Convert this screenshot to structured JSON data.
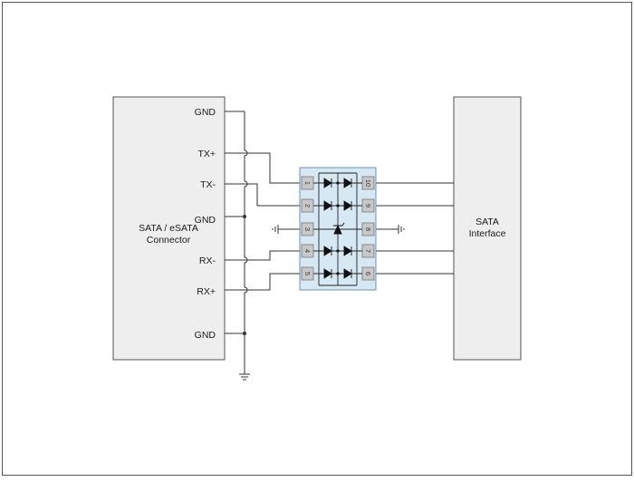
{
  "left_block": {
    "title_line1": "SATA / eSATA",
    "title_line2": "Connector",
    "pins": [
      {
        "label": "GND"
      },
      {
        "label": "TX+"
      },
      {
        "label": "TX-"
      },
      {
        "label": "GND"
      },
      {
        "label": "RX-"
      },
      {
        "label": "RX+"
      },
      {
        "label": "GND"
      }
    ]
  },
  "right_block": {
    "title_line1": "SATA",
    "title_line2": "Interface"
  },
  "chip": {
    "left_pins": [
      "1",
      "2",
      "3",
      "4",
      "5"
    ],
    "right_pins": [
      "10",
      "9",
      "8",
      "7",
      "6"
    ]
  }
}
